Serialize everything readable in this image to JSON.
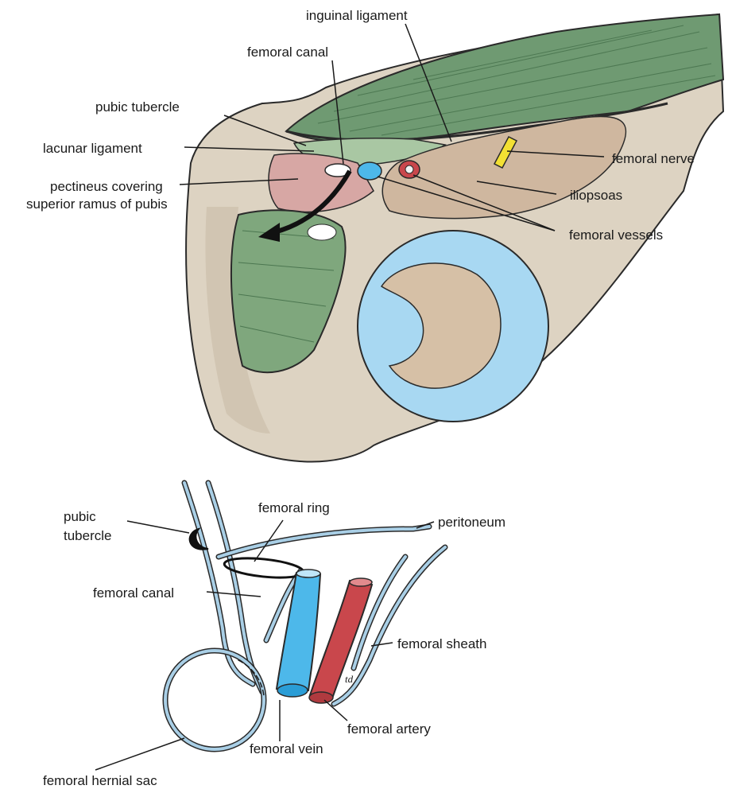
{
  "labels": {
    "inguinal_ligament": "inguinal ligament",
    "femoral_canal_top": "femoral canal",
    "pubic_tubercle_top": "pubic tubercle",
    "lacunar_ligament": "lacunar ligament",
    "pectineus_line1": "pectineus covering",
    "pectineus_line2": "superior ramus of pubis",
    "femoral_nerve": "femoral nerve",
    "iliopsoas": "iliopsoas",
    "femoral_vessels": "femoral vessels",
    "pubic_tubercle_bottom_line1": "pubic",
    "pubic_tubercle_bottom_line2": "tubercle",
    "femoral_ring": "femoral ring",
    "peritoneum": "peritoneum",
    "femoral_canal_bottom": "femoral canal",
    "femoral_sheath": "femoral sheath",
    "femoral_artery": "femoral artery",
    "femoral_vein": "femoral vein",
    "femoral_hernial_sac": "femoral hernial sac",
    "artist_initials": "td"
  },
  "colors": {
    "bone": "#ddd3c2",
    "bone_shadow": "#c9bca6",
    "muscle_green": "#6f9a72",
    "muscle_green_light": "#a9c7a3",
    "muscle_pink": "#d7a7a4",
    "iliopsoas_tan": "#cfb79f",
    "vein_blue": "#4db8ea",
    "artery_red": "#c9474c",
    "nerve_yellow": "#f3e033",
    "cartilage_blue": "#a8d8f2",
    "outline": "#2a2a2a",
    "sheath_blue": "#a9cfe6"
  }
}
